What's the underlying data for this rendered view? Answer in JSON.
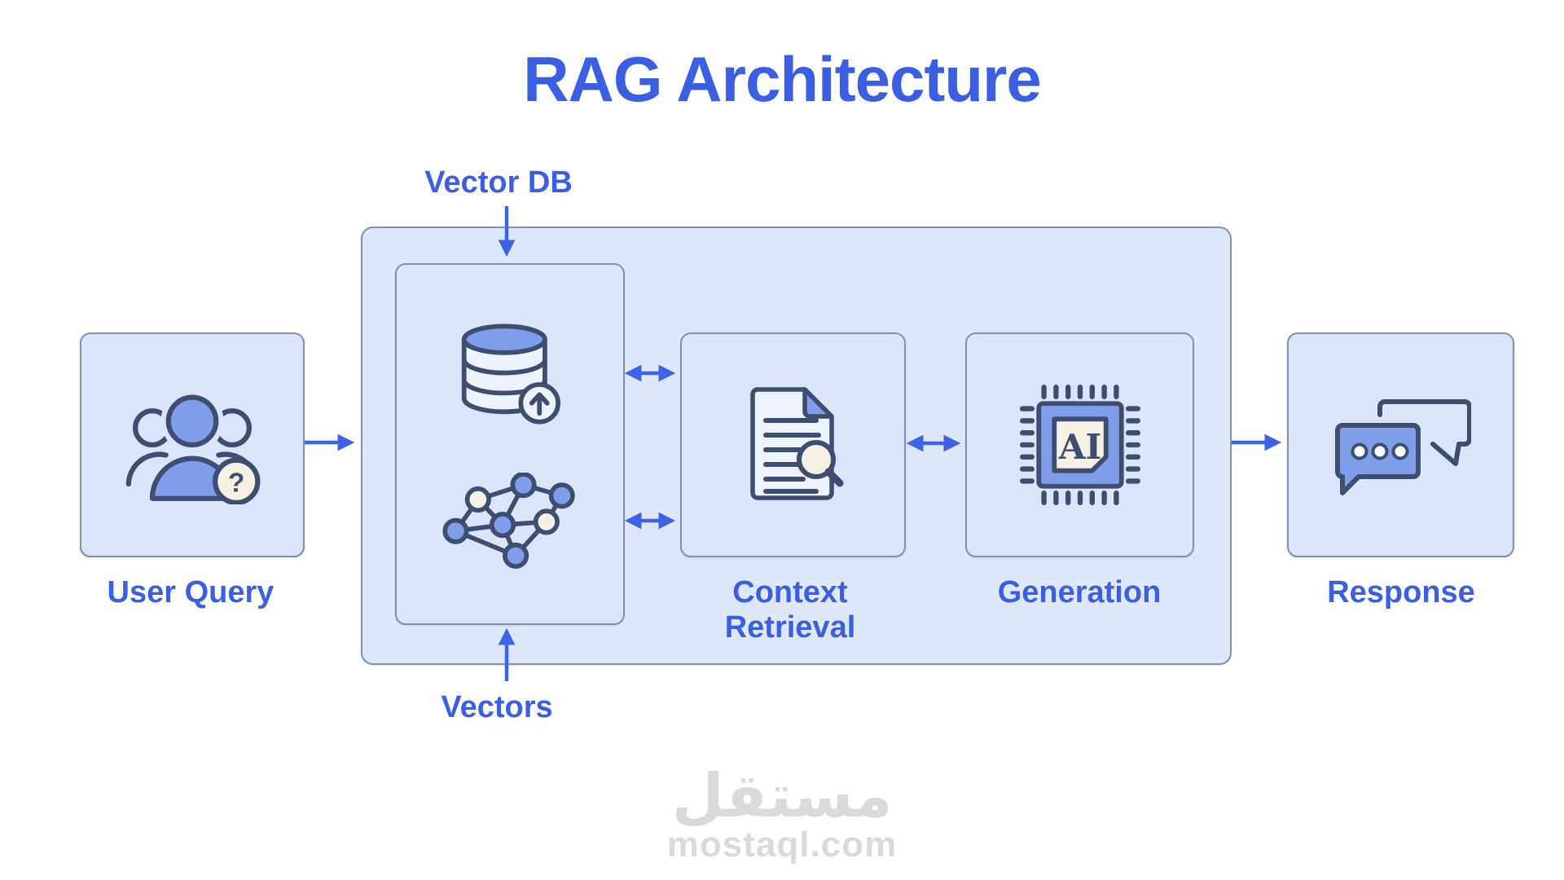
{
  "title": "RAG Architecture",
  "annotations": {
    "vector_db": "Vector DB",
    "vectors": "Vectors"
  },
  "nodes": {
    "user_query": {
      "label": "User Query",
      "icon": "users-question-icon",
      "badge_glyph": "?"
    },
    "vector_db_store": {
      "icons": [
        "database-upload-icon",
        "network-graph-icon"
      ]
    },
    "context_retrieval": {
      "label": "Context Retrieval",
      "icon": "document-search-icon"
    },
    "generation": {
      "label": "Generation",
      "icon": "ai-chip-icon",
      "chip_text": "AI"
    },
    "response": {
      "label": "Response",
      "icon": "chat-bubbles-icon"
    }
  },
  "flow": [
    {
      "from": "user_query",
      "to": "rag_pipeline",
      "bidirectional": false
    },
    {
      "from": "vector_db_label",
      "to": "vector_db_store",
      "bidirectional": false
    },
    {
      "from": "vectors_label",
      "to": "vector_db_store",
      "bidirectional": false
    },
    {
      "from": "vector_db_store",
      "to": "context_retrieval",
      "bidirectional": true,
      "arrow_count": 2
    },
    {
      "from": "context_retrieval",
      "to": "generation",
      "bidirectional": true
    },
    {
      "from": "rag_pipeline",
      "to": "response",
      "bidirectional": false
    }
  ],
  "watermark": {
    "logo_text": "مستقل",
    "site": "mostaql.com"
  },
  "colors": {
    "accent": "#3a5fe3",
    "arrow": "#3c63e8",
    "container-fill": "#dfe7fb",
    "box-fill": "#dce4f9",
    "box-border": "#8391a8",
    "icon-stroke": "#3e4e71",
    "icon-blue": "#7f9ee9",
    "icon-cream": "#f5f1e4",
    "icon-paper": "#eef2fc",
    "watermark": "#dadada",
    "background": "#ffffff"
  }
}
